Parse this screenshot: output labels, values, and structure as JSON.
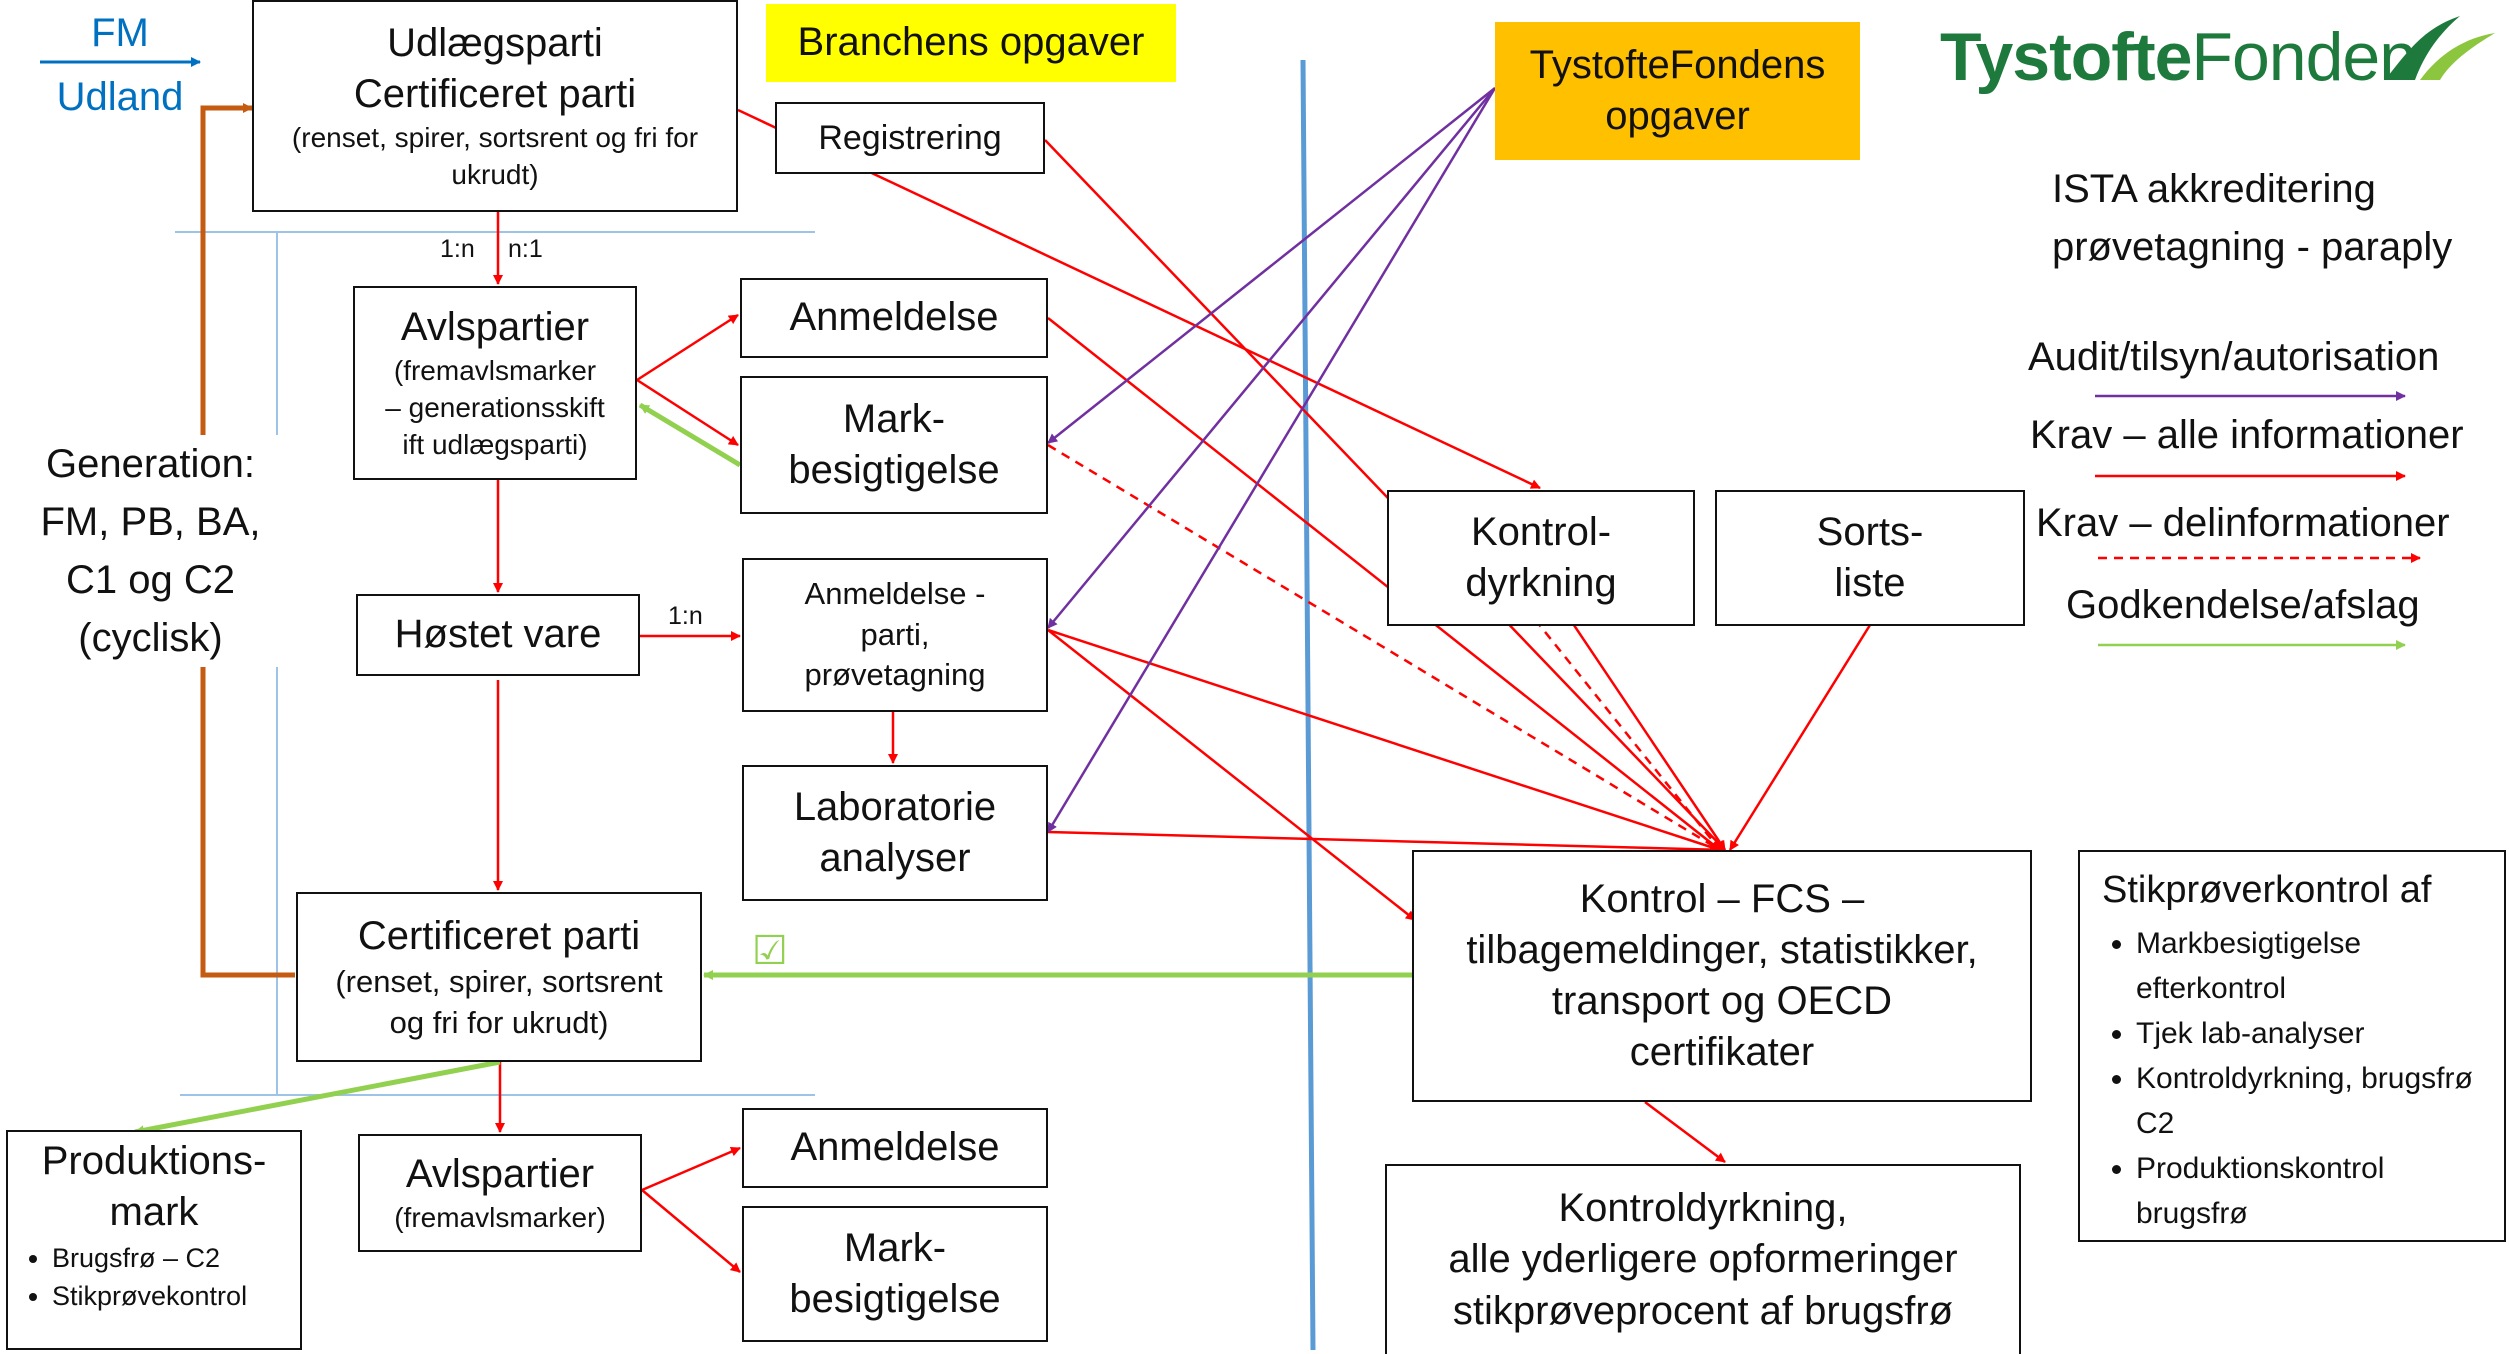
{
  "fm_udland": {
    "line1": "FM",
    "line2": "Udland"
  },
  "udlaegsparti": {
    "line1": "Udlægsparti",
    "line2": "Certificeret parti",
    "sub": "(renset, spirer, sortsrent og fri for ukrudt)"
  },
  "branchens_opgaver": "Branchens opgaver",
  "tystofte_opgaver": {
    "line1": "TystofteFondens",
    "line2": "opgaver"
  },
  "logo": {
    "part1": "Tystofte",
    "part2": "Fonden"
  },
  "registrering": "Registrering",
  "ratio_top": {
    "left": "1:n",
    "right": "n:1"
  },
  "ratio_mid": "1:n",
  "avlspartier_top": {
    "line1": "Avlspartier",
    "sub1": "(fremavlsmarker",
    "sub2": "– generationsskift",
    "sub3": "ift udlægsparti)"
  },
  "anmeldelse_top": "Anmeldelse",
  "markbesigtigelse_top": {
    "line1": "Mark-",
    "line2": "besigtigelse"
  },
  "hostet_vare": "Høstet vare",
  "anmeldelse_parti": {
    "line1": "Anmeldelse -",
    "line2": "parti,",
    "line3": "prøvetagning"
  },
  "laboratorie": {
    "line1": "Laboratorie",
    "line2": "analyser"
  },
  "generation": {
    "line1": "Generation:",
    "line2": "FM, PB, BA,",
    "line3": "C1 og C2",
    "line4": "(cyclisk)"
  },
  "certificeret_parti": {
    "line1": "Certificeret parti",
    "line2": "(renset, spirer, sortsrent",
    "line3": "og fri for ukrudt)"
  },
  "checkmark": "☑",
  "kontroldyrkning": {
    "line1": "Kontrol-",
    "line2": "dyrkning"
  },
  "sortsliste": {
    "line1": "Sorts-",
    "line2": "liste"
  },
  "kontrol_fcs": {
    "line1": "Kontrol – FCS –",
    "line2": "tilbagemeldinger, statistikker,",
    "line3": "transport og OECD",
    "line4": "certifikater"
  },
  "ista": {
    "line1": "ISTA akkreditering",
    "line2": "prøvetagning - paraply"
  },
  "legend": [
    {
      "label": "Audit/tilsyn/autorisation",
      "color": "#7030a0",
      "style": "solid"
    },
    {
      "label": "Krav – alle informationer",
      "color": "#ff0000",
      "style": "solid"
    },
    {
      "label": "Krav – delinformationer",
      "color": "#ff0000",
      "style": "dashed"
    },
    {
      "label": "Godkendelse/afslag",
      "color": "#92d050",
      "style": "solid"
    }
  ],
  "stikprove": {
    "title": "Stikprøverkontrol af",
    "items": [
      "Markbesigtigelse efterkontrol",
      "Tjek lab-analyser",
      "Kontroldyrkning, brugsfrø C2",
      "Produktionskontrol brugsfrø"
    ]
  },
  "produktionsmark": {
    "line1": "Produktions-",
    "line2": "mark",
    "items": [
      "Brugsfrø – C2",
      "Stikprøvekontrol"
    ]
  },
  "avlspartier_bottom": {
    "line1": "Avlspartier",
    "sub": "(fremavlsmarker)"
  },
  "anmeldelse_bottom": "Anmeldelse",
  "markbesigtigelse_bottom": {
    "line1": "Mark-",
    "line2": "besigtigelse"
  },
  "kontroldyrkning_bottom": {
    "line1": "Kontroldyrkning,",
    "line2": "alle yderligere opformeringer",
    "line3": "stikprøveprocent af brugsfrø"
  },
  "colors": {
    "red": "#ff0000",
    "purple": "#7030a0",
    "green": "#92d050",
    "orange": "#c55a11",
    "blue_divider": "#5b9bd5",
    "thin_blue": "#9dc3e6",
    "yellow": "#ffff00",
    "amber": "#ffc000",
    "logo_green": "#1e7a3c",
    "fm_blue": "#0070c0"
  }
}
